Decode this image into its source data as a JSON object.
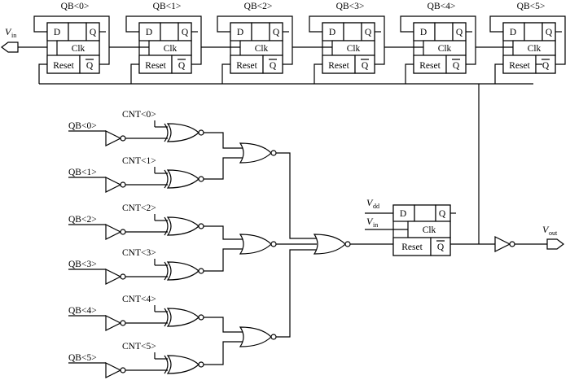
{
  "labels": {
    "qb": [
      "QB<0>",
      "QB<1>",
      "QB<2>",
      "QB<3>",
      "QB<4>",
      "QB<5>"
    ],
    "cnt": [
      "CNT<0>",
      "CNT<1>",
      "CNT<2>",
      "CNT<3>",
      "CNT<4>",
      "CNT<5>"
    ],
    "vin_v": "V",
    "vin_sub": "in",
    "vdd_v": "V",
    "vdd_sub": "dd",
    "vout_v": "V",
    "vout_sub": "out"
  },
  "flipflop": {
    "d": "D",
    "q": "Q",
    "clk": "Clk",
    "reset": "Reset",
    "qbar": "Q"
  }
}
